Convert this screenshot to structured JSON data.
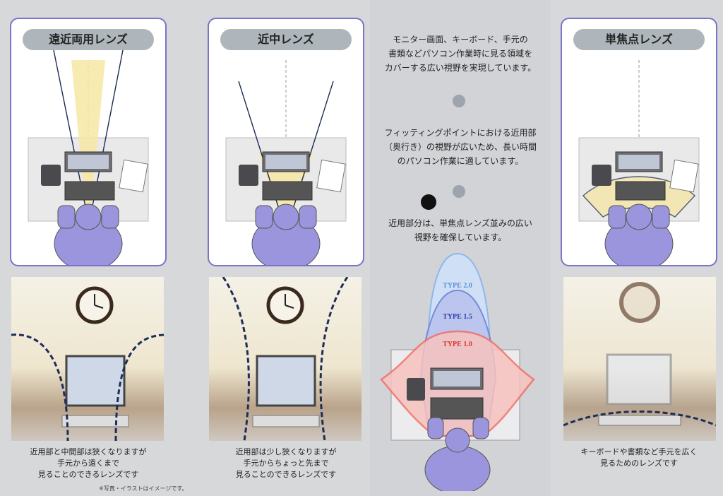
{
  "panels": [
    {
      "title": "遠近両用レンズ",
      "caption": [
        "近用部と中間部は狭くなりますが",
        "手元から遠くまで",
        "見ることのできるレンズです"
      ]
    },
    {
      "title": "近中レンズ",
      "caption": [
        "近用部は少し狭くなりますが",
        "手元からちょっと先まで",
        "見ることのできるレンズです"
      ]
    },
    {
      "title": "単焦点レンズ",
      "caption": [
        "キーボードや書類など手元を広く",
        "見るためのレンズです"
      ]
    }
  ],
  "middle": {
    "text1": [
      "モニター画面、キーボード、手元の",
      "書類などパソコン作業時に見る領域を",
      "カバーする広い視野を実現しています。"
    ],
    "text2": [
      "フィッティングポイントにおける近用部",
      "（奥行き）の視野が広いため、長い時間",
      "のパソコン作業に適しています。"
    ],
    "text3": [
      "近用部分は、単焦点レンズ並みの広い",
      "視野を確保しています。"
    ],
    "types": [
      "TYPE 2.0",
      "TYPE 1.5",
      "TYPE 1.0"
    ]
  },
  "footnote": "※写真・イラストはイメージです。",
  "colors": {
    "border": "#7b73c9",
    "person": "#9a95dc",
    "type20": "#8fb8ea",
    "type15": "#6f83d6",
    "type10": "#f2706a",
    "field": "#f6e7a3"
  }
}
